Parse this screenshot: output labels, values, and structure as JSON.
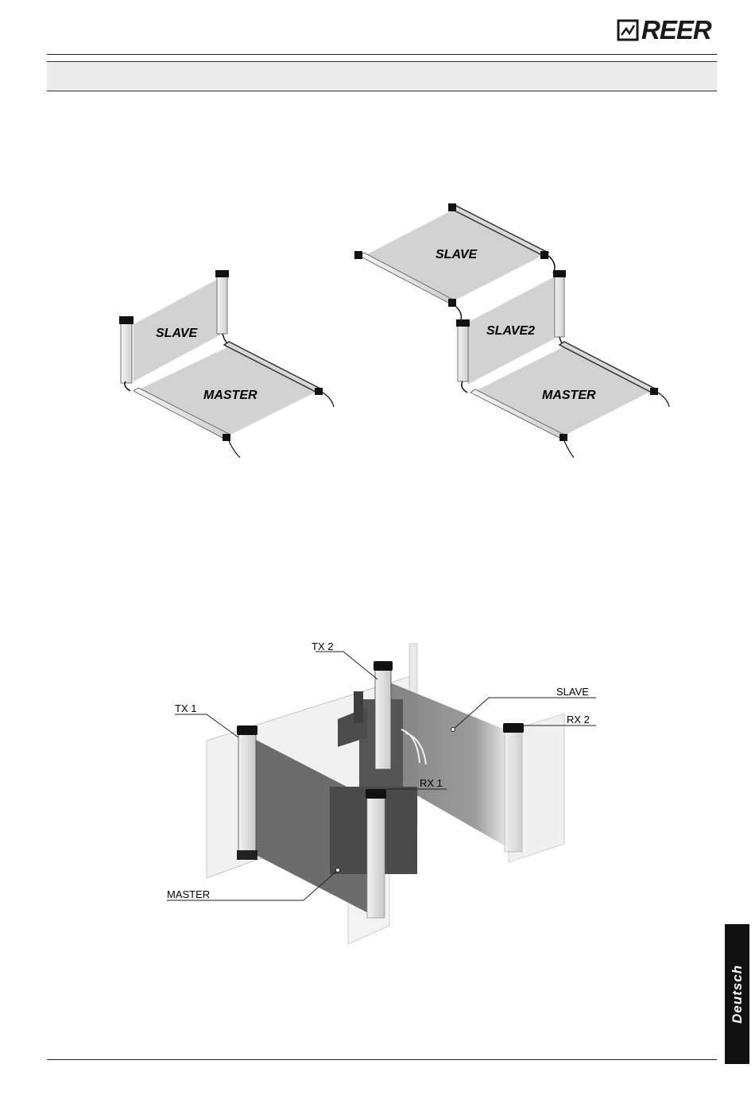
{
  "header": {
    "brand": "REER"
  },
  "figure_top": {
    "left_config": {
      "slave_label": "SLAVE",
      "master_label": "MASTER"
    },
    "right_config": {
      "slave_label": "SLAVE",
      "slave2_label": "SLAVE2",
      "master_label": "MASTER"
    }
  },
  "figure_bottom": {
    "callouts": {
      "tx2": "TX 2",
      "tx1": "TX 1",
      "slave": "SLAVE",
      "rx2": "RX 2",
      "rx1": "RX 1",
      "master": "MASTER"
    }
  },
  "side_tab": {
    "language": "Deutsch"
  }
}
